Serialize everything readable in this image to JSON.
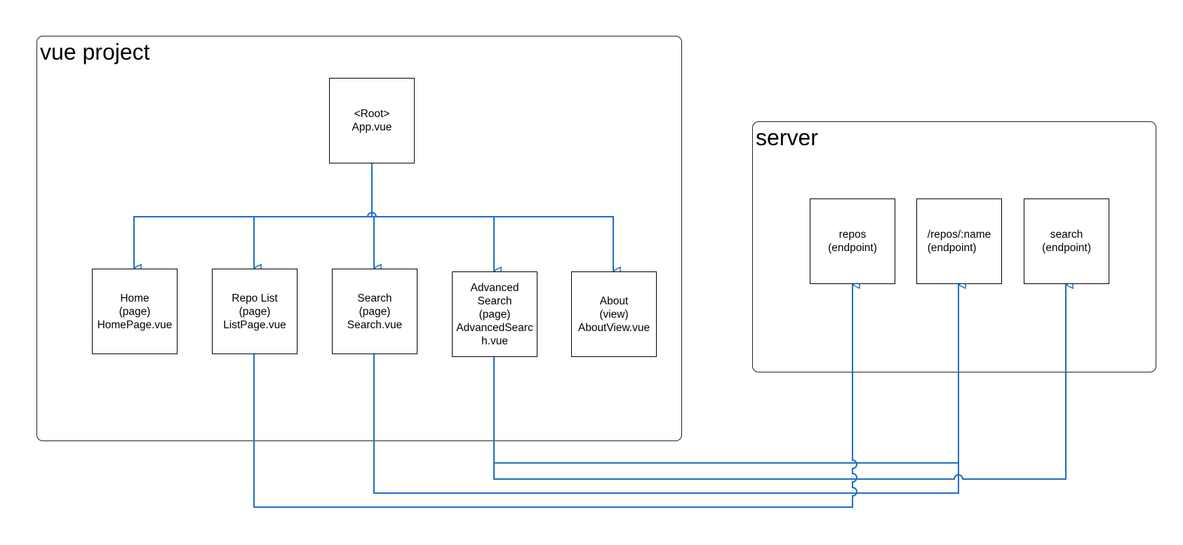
{
  "groups": {
    "vue": {
      "title": "vue project"
    },
    "server": {
      "title": "server"
    }
  },
  "nodes": {
    "root": "<Root>\nApp.vue",
    "home": "Home\n(page)\nHomePage.vue",
    "repolist": "Repo List\n(page)\nListPage.vue",
    "search": "Search\n(page)\nSearch.vue",
    "advsearch": "Advanced\nSearch\n(page)\nAdvancedSearch.vue",
    "about": "About\n(view)\nAboutView.vue",
    "ep_repos": "repos\n(endpoint)",
    "ep_reposname": "/repos/:name\n(endpoint)",
    "ep_search": "search\n(endpoint)"
  },
  "colors": {
    "edge": "#1f6fc1",
    "border": "#000000"
  }
}
